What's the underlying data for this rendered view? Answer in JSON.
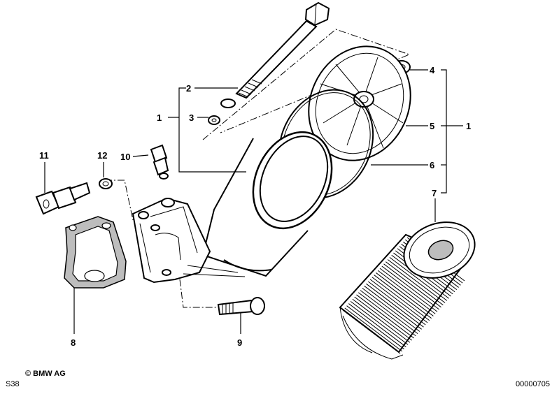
{
  "labels": {
    "l1a": "1",
    "l1b": "1",
    "l2": "2",
    "l3": "3",
    "l4": "4",
    "l5": "5",
    "l6": "6",
    "l7": "7",
    "l8": "8",
    "l9": "9",
    "l10": "10",
    "l11": "11",
    "l12": "12"
  },
  "footer": {
    "copyright": "© BMW AG",
    "sheet": "S38",
    "docnum": "00000705"
  }
}
